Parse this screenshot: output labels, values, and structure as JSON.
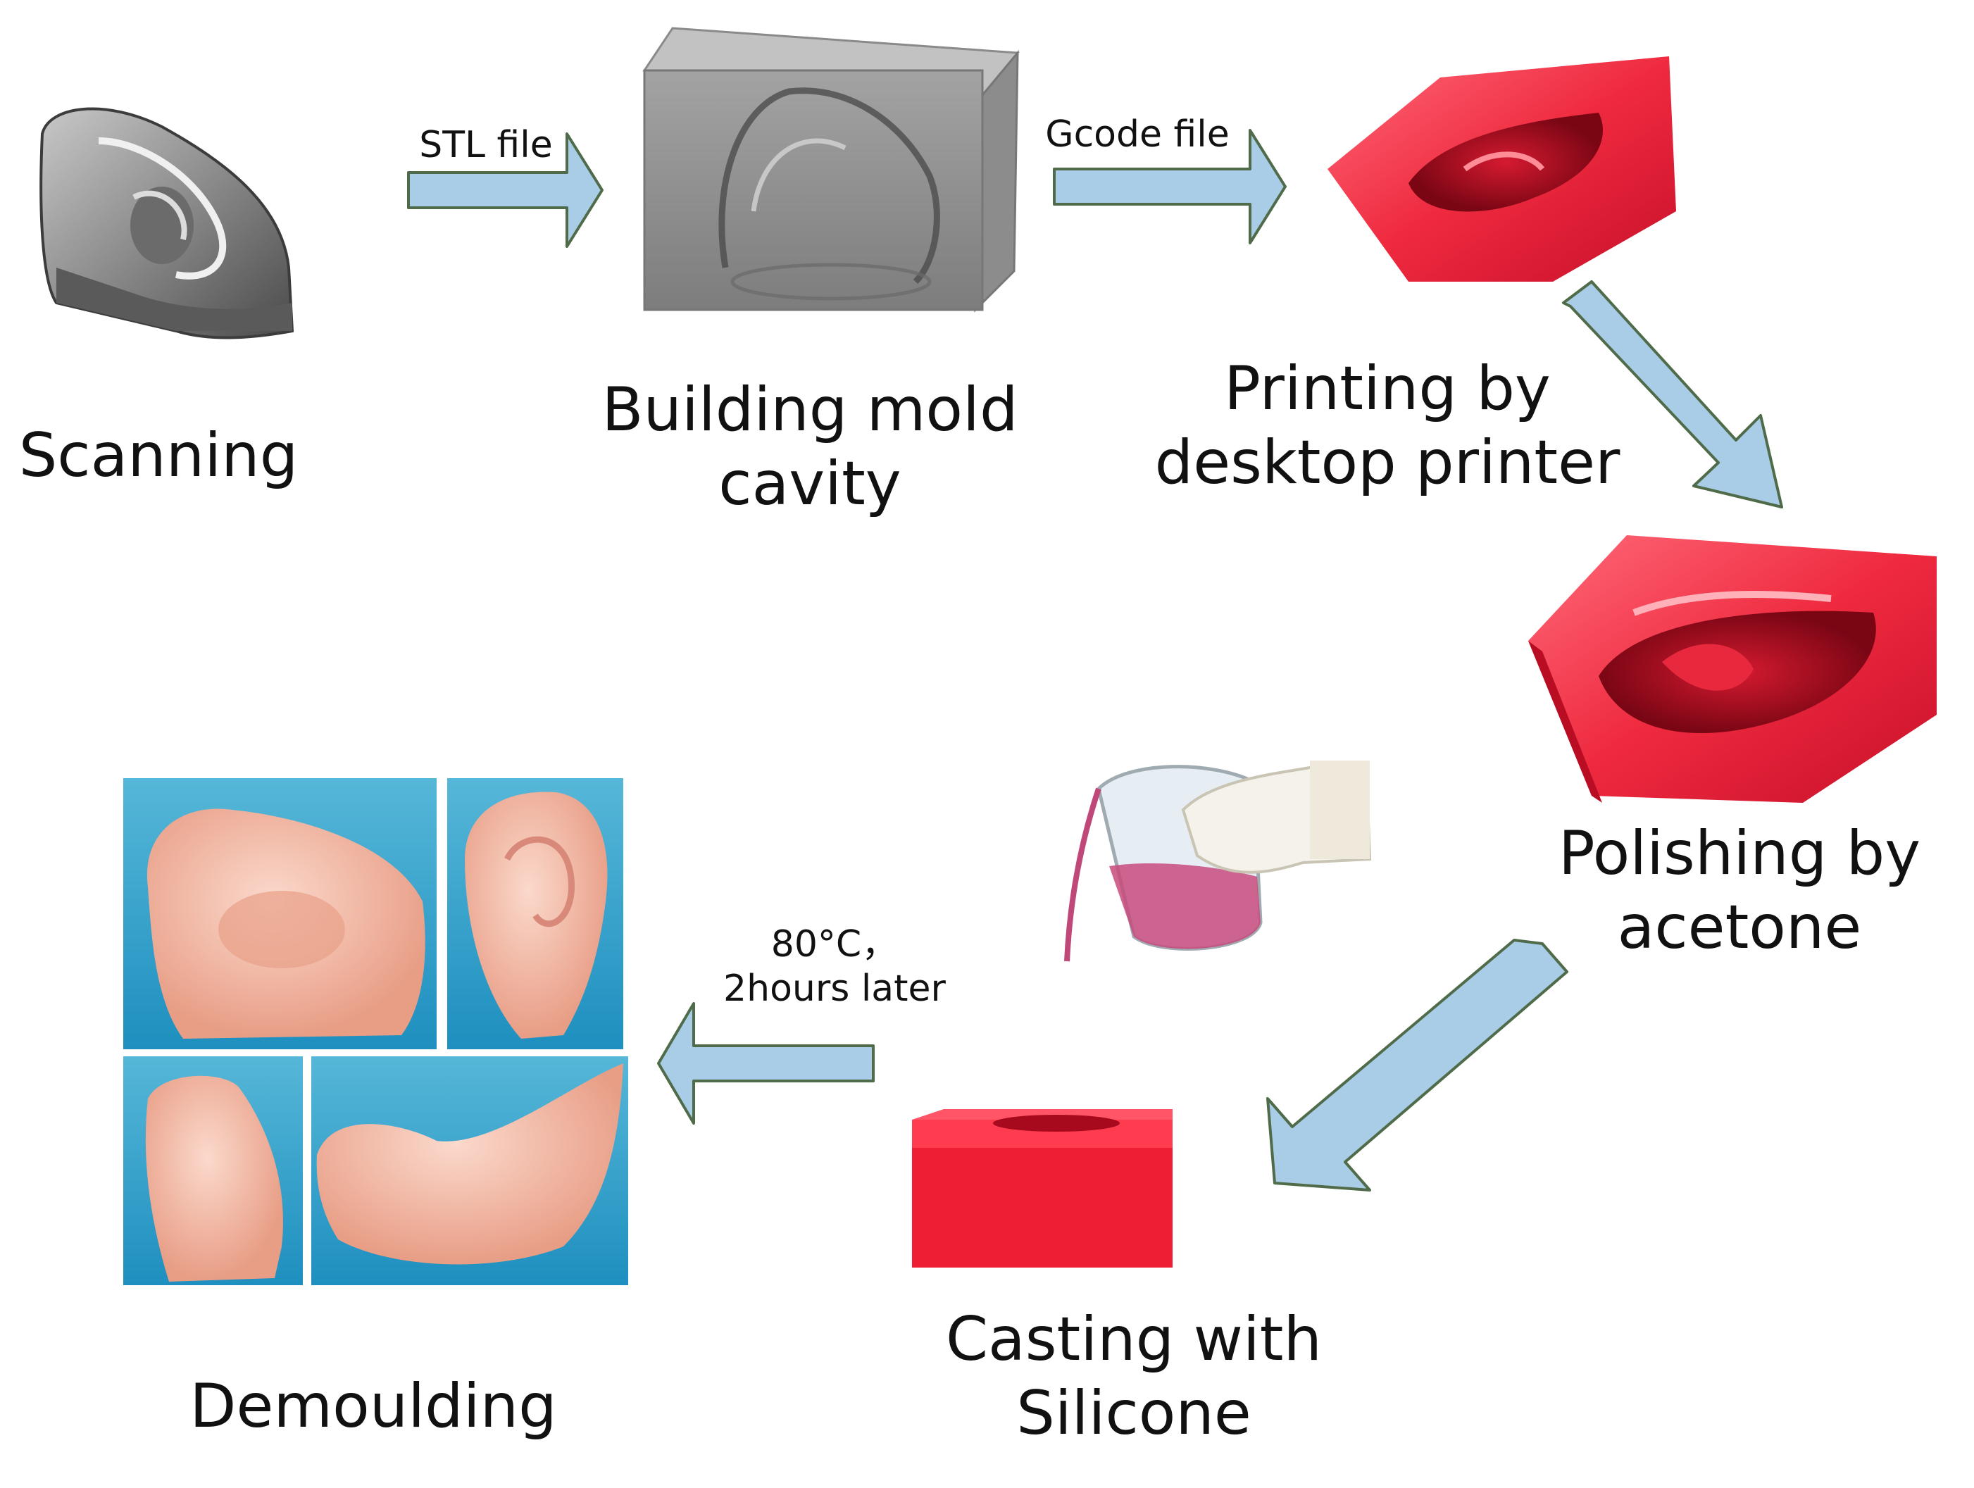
{
  "steps": {
    "scanning": "Scanning",
    "building": "Building mold\ncavity",
    "printing": "Printing by\ndesktop printer",
    "polishing": "Polishing by\nacetone",
    "casting": "Casting with\nSilicone",
    "demoulding": "Demoulding"
  },
  "arrow_labels": {
    "stl": "STL file",
    "gcode": "Gcode file",
    "cure": "80°C，\n2hours later"
  },
  "colors": {
    "arrow_fill": "#a9cde6",
    "arrow_stroke": "#4f6b4a",
    "mold_red": "#ef2a3f",
    "photo_blue": "#2a9fc9",
    "silicone": "#f2b9a4"
  }
}
